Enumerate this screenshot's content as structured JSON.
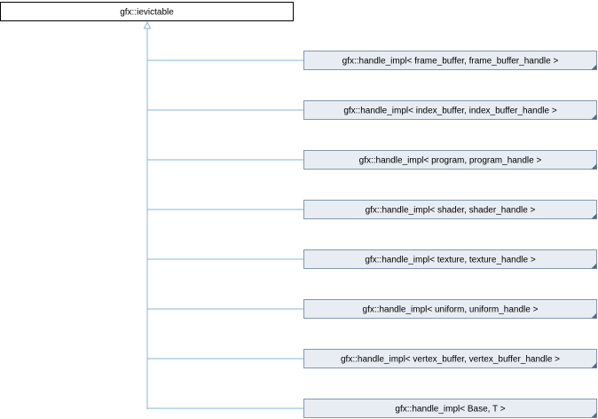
{
  "diagram": {
    "base": {
      "label": "gfx::ievictable"
    },
    "derived": [
      {
        "label": "gfx::handle_impl< frame_buffer, frame_buffer_handle >"
      },
      {
        "label": "gfx::handle_impl< index_buffer, index_buffer_handle >"
      },
      {
        "label": "gfx::handle_impl< program, program_handle >"
      },
      {
        "label": "gfx::handle_impl< shader, shader_handle >"
      },
      {
        "label": "gfx::handle_impl< texture, texture_handle >"
      },
      {
        "label": "gfx::handle_impl< uniform, uniform_handle >"
      },
      {
        "label": "gfx::handle_impl< vertex_buffer, vertex_buffer_handle >"
      },
      {
        "label": "gfx::handle_impl< Base, T >"
      }
    ],
    "colors": {
      "base_fill": "#ffffff",
      "base_border": "#000000",
      "node_fill": "#e8edf3",
      "node_border": "#8497b0",
      "node_corner": "#4a6b96",
      "edge": "#87b6dc"
    }
  }
}
